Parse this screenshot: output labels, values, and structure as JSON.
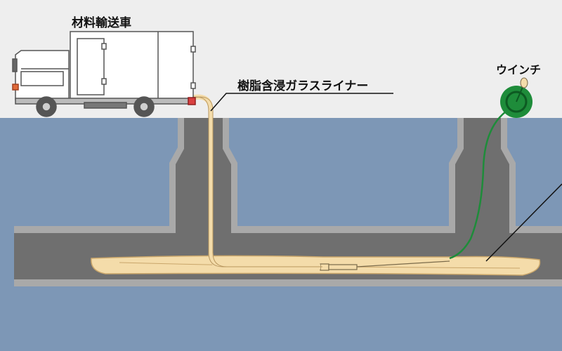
{
  "labels": {
    "truck": "材料輸送車",
    "liner": "樹脂含浸ガラスライナー",
    "winch": "ウインチ"
  },
  "colors": {
    "sky": "#eeeeee",
    "ground": "#7d97b6",
    "pipe_wall": "#a8a8a8",
    "pipe_interior": "#6f6f6f",
    "liner_fill": "#f4dcaa",
    "liner_stroke": "#c9a66b",
    "winch_green": "#1e8c3a",
    "truck_body": "#ffffff",
    "truck_outline": "#555555"
  },
  "icons": [
    "truck-icon",
    "winch-icon"
  ]
}
